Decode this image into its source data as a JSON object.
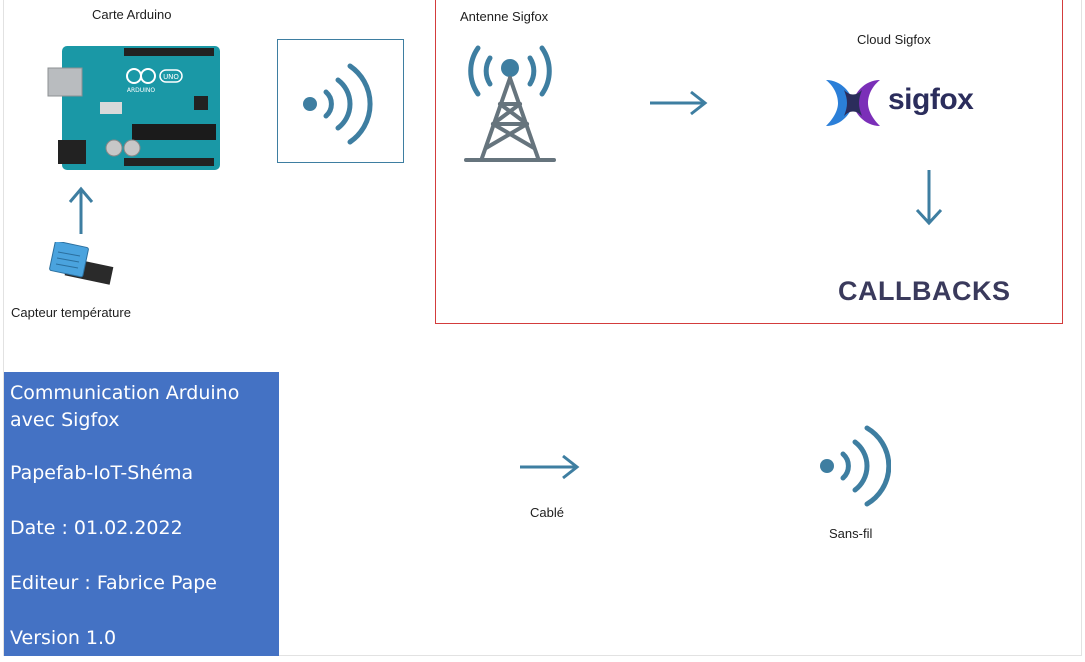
{
  "labels": {
    "arduino": "Carte Arduino",
    "sensor": "Capteur température",
    "antenna": "Antenne Sigfox",
    "cloud": "Cloud Sigfox",
    "callbacks": "CALLBACKS",
    "wired": "Cablé",
    "wireless": "Sans-fil"
  },
  "board": {
    "brand": "ARDUINO",
    "model": "UNO"
  },
  "logo": {
    "wordmark": "sigfox"
  },
  "info": {
    "title": "Communication Arduino avec Sigfox",
    "project": "Papefab-IoT-Shéma",
    "date": "Date : 01.02.2022",
    "editor": "Editeur : Fabrice Pape",
    "version": "Version 1.0"
  },
  "colors": {
    "icon": "#3e7ea1",
    "info_box": "#4472c4",
    "frame": "#d33c3c",
    "board": "#1a98a6"
  }
}
